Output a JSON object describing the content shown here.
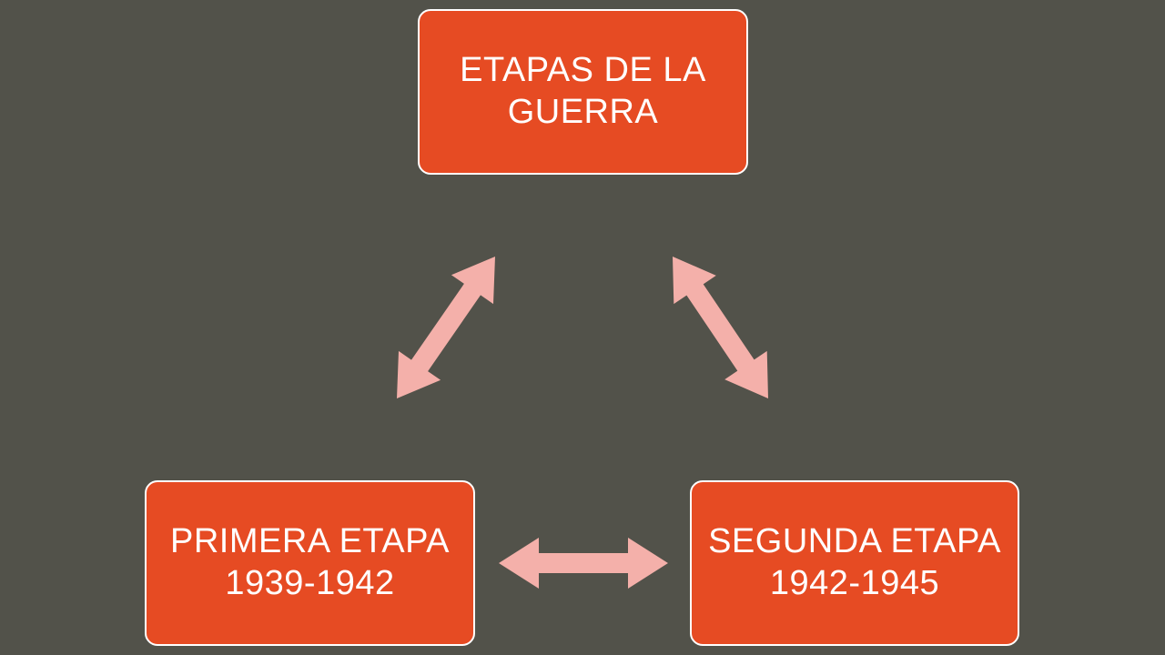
{
  "diagram": {
    "type": "cycle",
    "colors": {
      "background": "#52524a",
      "node_fill": "#e64b23",
      "node_border": "#ffffff",
      "node_text": "#ffffff",
      "arrow": "#f4b0aa"
    },
    "nodes": {
      "top": {
        "label": "ETAPAS DE LA GUERRA"
      },
      "left": {
        "label": "PRIMERA ETAPA 1939-1942"
      },
      "right": {
        "label": "SEGUNDA ETAPA 1942-1945"
      }
    },
    "connectors": [
      {
        "from": "left",
        "to": "top",
        "style": "double-arrow"
      },
      {
        "from": "top",
        "to": "right",
        "style": "double-arrow"
      },
      {
        "from": "left",
        "to": "right",
        "style": "double-arrow"
      }
    ]
  }
}
